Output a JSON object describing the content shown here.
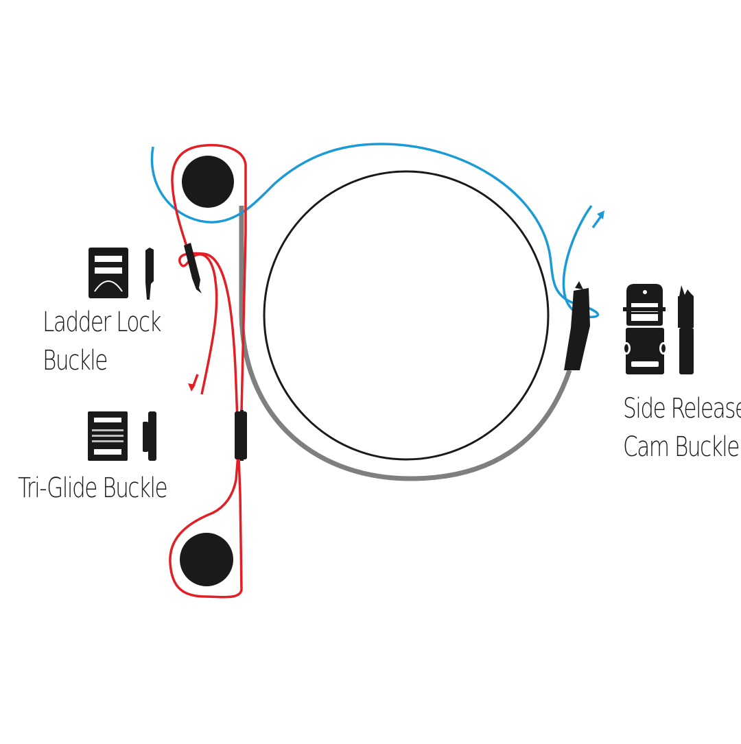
{
  "colors": {
    "red_strap": "#e31e24",
    "blue_strap": "#1a9ad6",
    "gray_strap": "#7f7f7f",
    "ink": "#1a1a1a",
    "ring": "#1a1a1a"
  },
  "labels": {
    "ladder_lock_line1": "Ladder Lock",
    "ladder_lock_line2": "Buckle",
    "tri_glide": "Tri-Glide Buckle",
    "side_release_line1": "Side Release",
    "side_release_line2": "Cam Buckle"
  },
  "icons": [
    "ladder-lock-front-icon",
    "ladder-lock-side-icon",
    "tri-glide-front-icon",
    "tri-glide-side-icon",
    "side-release-cam-front-icon",
    "side-release-cam-side-icon"
  ]
}
